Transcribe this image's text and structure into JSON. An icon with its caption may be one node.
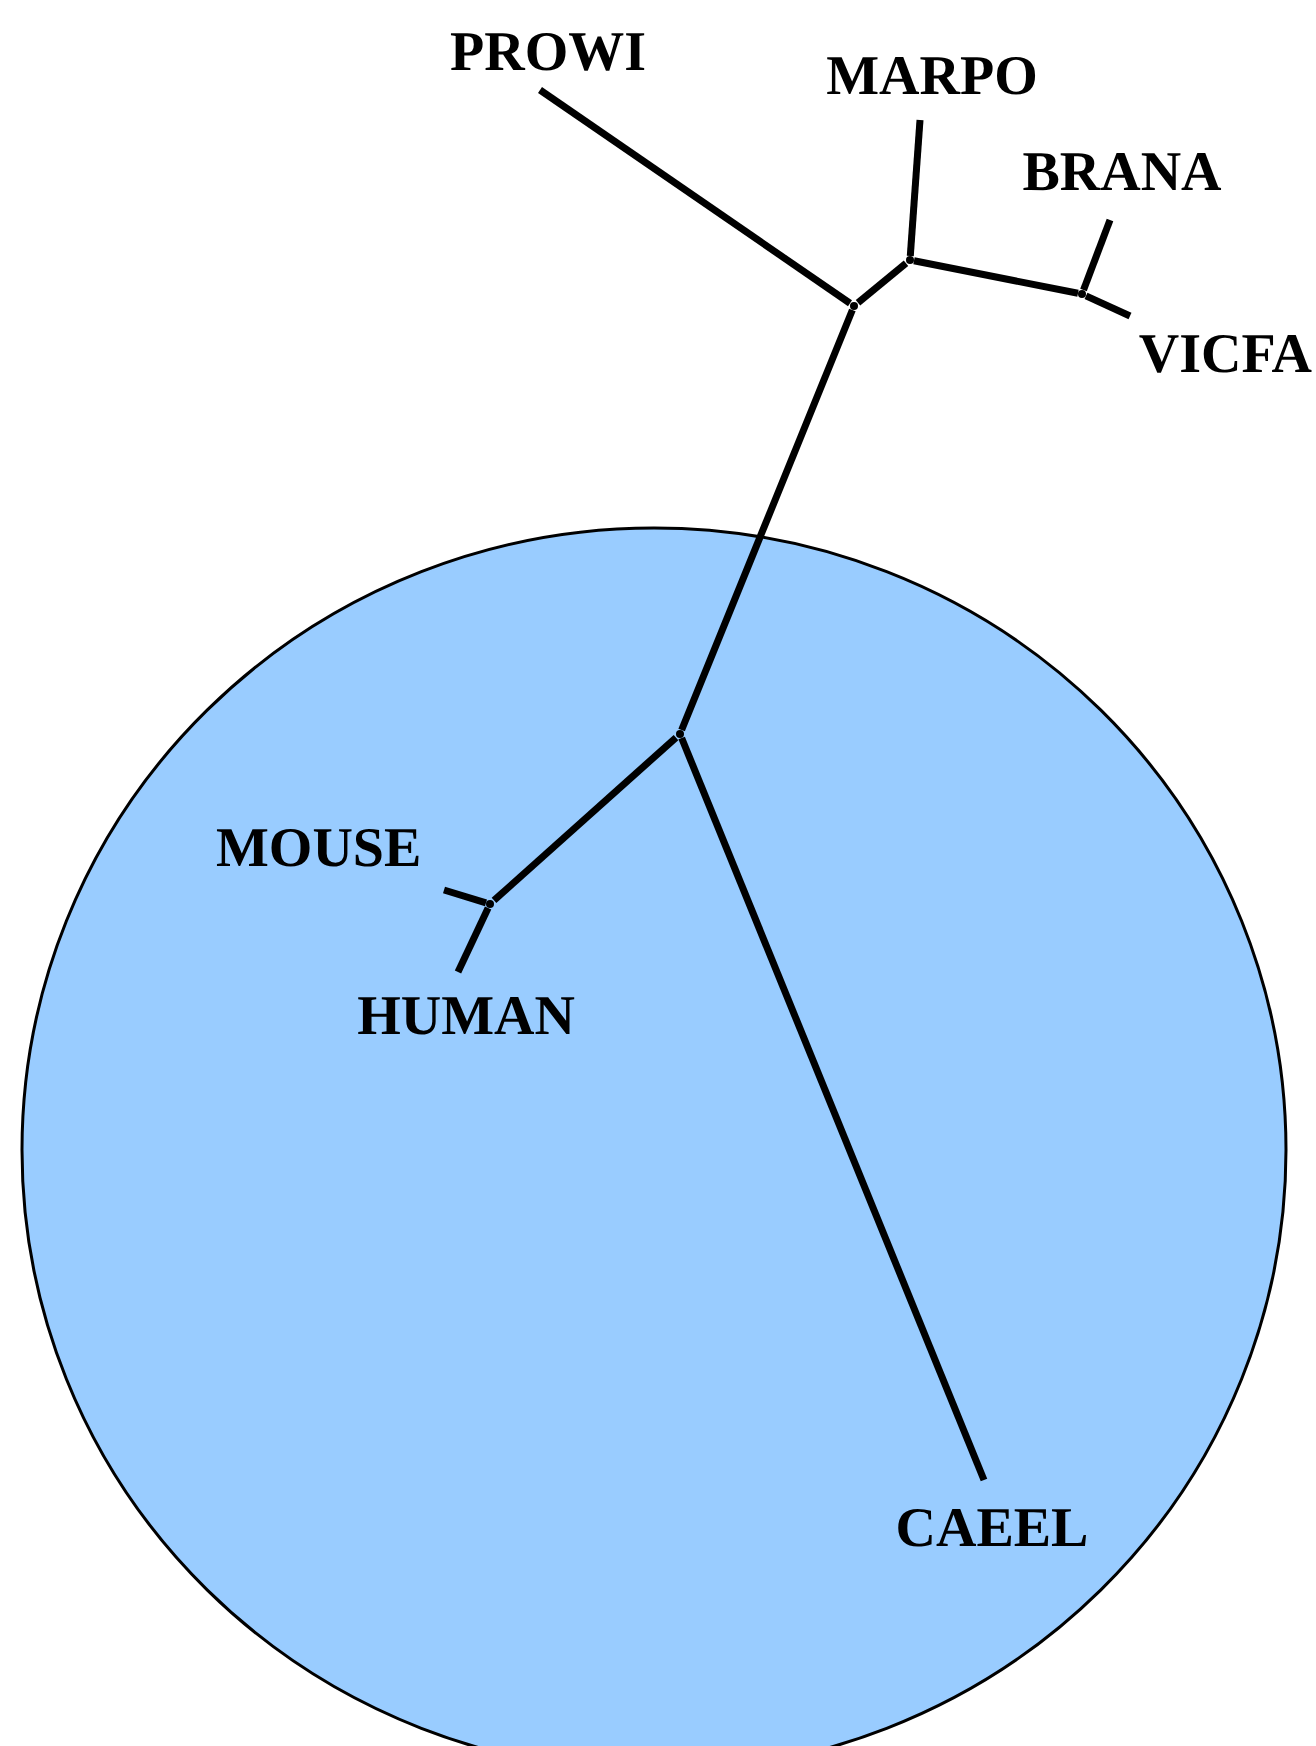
{
  "diagram": {
    "nodes": [
      {
        "text": [
          "PROWI"
        ]
      },
      {
        "text": [
          "MARPO"
        ]
      },
      {
        "text": [
          "BRANA"
        ]
      },
      {
        "text": [
          "VICFA"
        ]
      },
      {
        "text": [],
        "shape": "circle"
      },
      {
        "text": [
          "MOUSE"
        ],
        "in": 4
      },
      {
        "text": [
          "HUMAN"
        ],
        "in": 4
      },
      {
        "text": [
          "CAEEL"
        ],
        "in": 4
      },
      {
        "text": [],
        "shape": "point"
      },
      {
        "text": [],
        "shape": "point"
      },
      {
        "text": [],
        "shape": "point"
      },
      {
        "text": [],
        "shape": "point",
        "in": 4
      },
      {
        "text": [],
        "shape": "point",
        "in": 4
      }
    ],
    "edges": [
      {
        "from": 8,
        "to": 0,
        "arrow": "none"
      },
      {
        "from": 8,
        "to": 9,
        "arrow": "none"
      },
      {
        "from": 9,
        "to": 1,
        "arrow": "none"
      },
      {
        "from": 9,
        "to": 10,
        "arrow": "none"
      },
      {
        "from": 10,
        "to": 2,
        "arrow": "none"
      },
      {
        "from": 10,
        "to": 3,
        "arrow": "none"
      },
      {
        "from": 8,
        "to": 11,
        "arrow": "none"
      },
      {
        "from": 11,
        "to": 12,
        "arrow": "none"
      },
      {
        "from": 12,
        "to": 5,
        "arrow": "none"
      },
      {
        "from": 12,
        "to": 6,
        "arrow": "none"
      },
      {
        "from": 11,
        "to": 7,
        "arrow": "none"
      }
    ]
  }
}
